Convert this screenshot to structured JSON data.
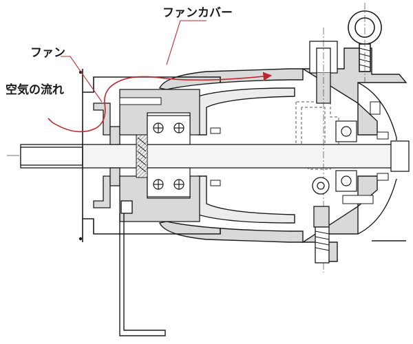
{
  "labels": {
    "fan_cover": "ファンカバー",
    "fan": "ファン",
    "airflow": "空気の流れ"
  },
  "colors": {
    "line": "#1a1a1a",
    "hatch_fill": "#c8c8c8",
    "light_fill": "#e6e6e6",
    "leader": "#c0272d",
    "airflow_arrow": "#c0272d"
  }
}
